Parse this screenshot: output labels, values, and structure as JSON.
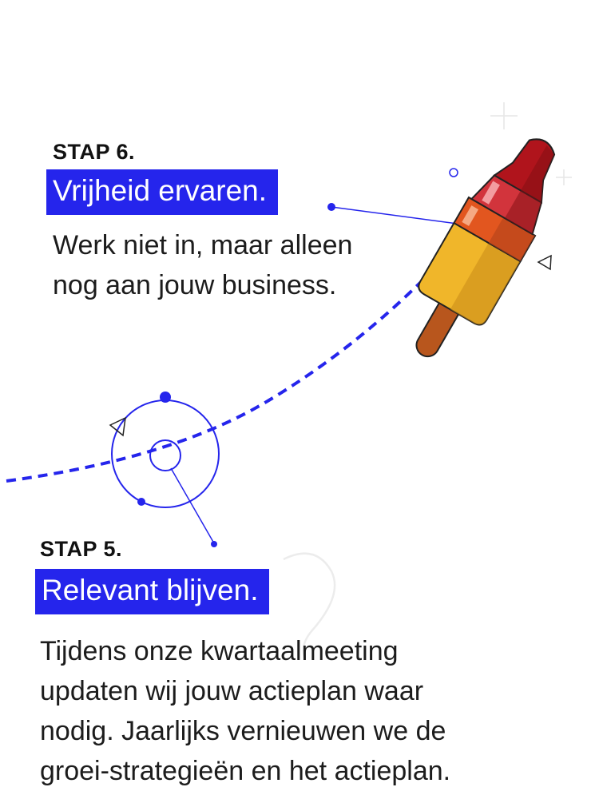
{
  "step6": {
    "label": "STAP 6.",
    "title": "Vrijheid ervaren.",
    "lines": [
      "Werk niet in, maar alleen",
      "nog aan jouw business."
    ]
  },
  "step5": {
    "label": "STAP 5.",
    "title": "Relevant blijven.",
    "lines": [
      "Tijdens onze kwartaalmeeting",
      "updaten wij jouw actieplan waar",
      "nodig. Jaarlijks vernieuwen we de",
      "groei-strategieën en het actieplan."
    ]
  },
  "colors": {
    "accent_blue": "#2525ec",
    "text": "#1c1c1c",
    "popsicle_red": "#b0141c",
    "popsicle_orange": "#e2561f",
    "popsicle_yellow": "#f0b62a",
    "stick": "#b8561d"
  },
  "icons": [
    "popsicle-illustration",
    "orbit-diagram",
    "sparkle-icon",
    "triangle-icon"
  ]
}
